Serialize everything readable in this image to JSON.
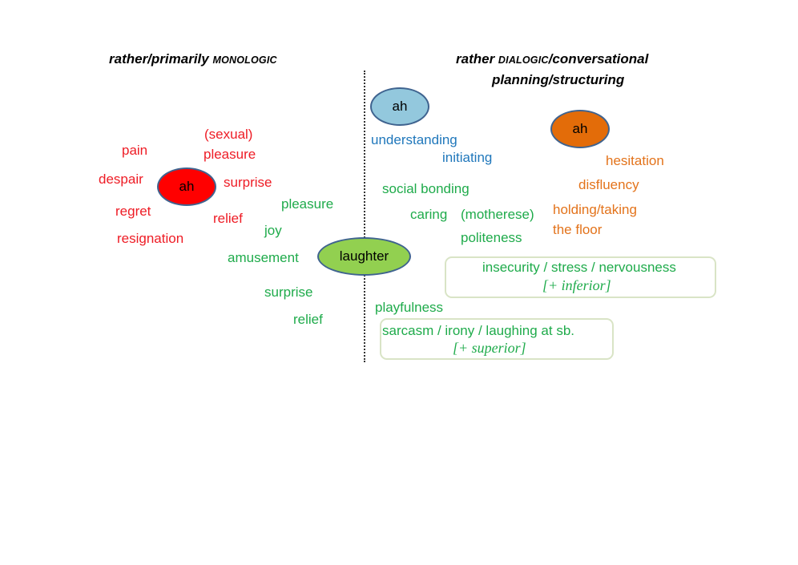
{
  "headings": {
    "left_prefix": "rather/primarily ",
    "left_sc": "MONOLOGIC",
    "right_line1_prefix": "rather ",
    "right_line1_sc": "DIALOGIC",
    "right_line1_suffix": "/conversational",
    "right_line2": "planning/structuring"
  },
  "nodes": {
    "ah_red": "ah",
    "ah_blue": "ah",
    "ah_orange": "ah",
    "laughter": "laughter"
  },
  "left_red": {
    "sexual": "(sexual)",
    "pleasure": "pleasure",
    "pain": "pain",
    "despair": "despair",
    "surprise": "surprise",
    "regret": "regret",
    "relief": "relief",
    "resignation": "resignation"
  },
  "left_green": {
    "pleasure": "pleasure",
    "joy": "joy",
    "amusement": "amusement",
    "surprise": "surprise",
    "relief": "relief"
  },
  "right_blue": {
    "understanding": "understanding",
    "initiating": "initiating"
  },
  "right_orange": {
    "hesitation": "hesitation",
    "disfluency": "disfluency",
    "holding": "holding/taking",
    "floor": "the floor"
  },
  "right_green": {
    "social_bonding": "social bonding",
    "caring": "caring",
    "motherese": "(motherese)",
    "politeness": "politeness",
    "playfulness": "playfulness"
  },
  "box_insecurity": {
    "line1": "insecurity / stress / nervousness",
    "line2": "[+ inferior]"
  },
  "box_sarcasm": {
    "line1": "sarcasm / irony / laughing at sb.",
    "line2": "[+ superior]"
  },
  "colors": {
    "red": "#ee1c25",
    "green": "#1fab4b",
    "blue": "#1f77bb",
    "orange": "#e3731b",
    "ah_red_fill": "#ff0000",
    "ah_blue_fill": "#93c8dd",
    "ah_orange_fill": "#e36c09",
    "laughter_fill": "#92d050"
  }
}
